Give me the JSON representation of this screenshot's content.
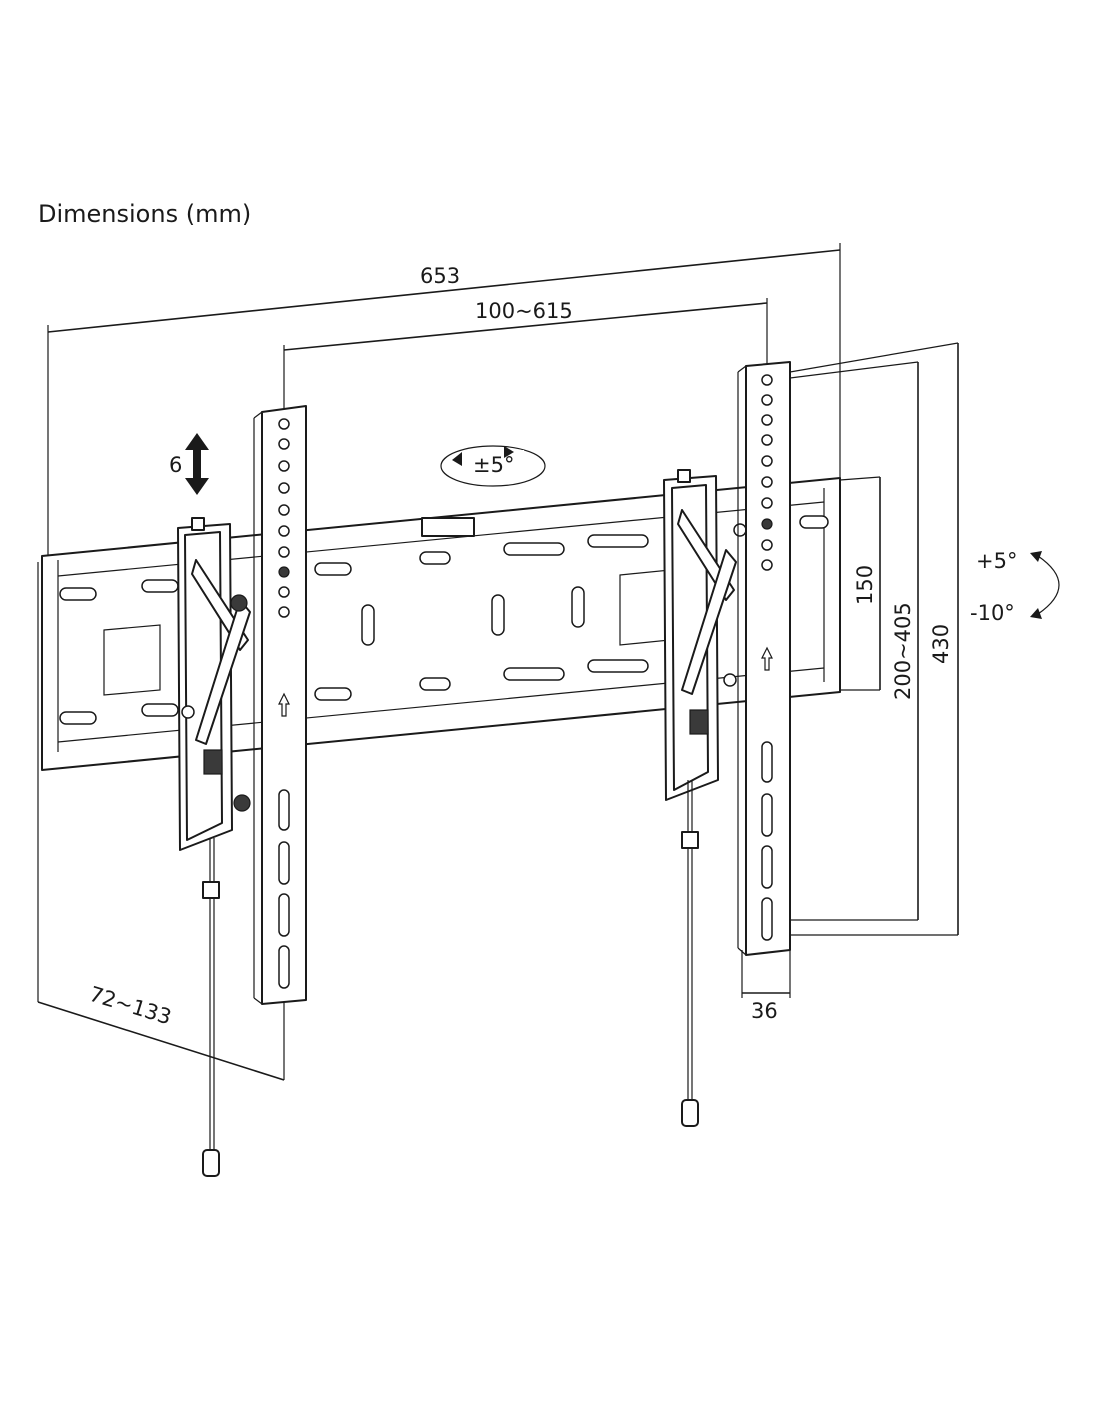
{
  "title": "Dimensions (mm)",
  "dimensions": {
    "overall_width": "653",
    "vesa_horizontal": "100~615",
    "vesa_vertical_rail": "200~405",
    "rail_height": "430",
    "frame_height": "150",
    "depth": "72~133",
    "arm_depth": "36",
    "vertical_adjust": "6",
    "rotation": "±5°",
    "tilt_up": "+5°",
    "tilt_down": "-10°"
  },
  "icons": {
    "vertical_adjust": "double-arrow-icon",
    "rotation": "rotation-arrow-icon",
    "tilt": "tilt-arrow-icon"
  }
}
